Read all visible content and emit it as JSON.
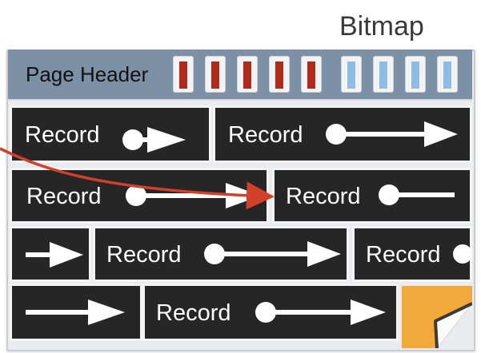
{
  "bitmap": {
    "label": "Bitmap"
  },
  "page_header": {
    "label": "Page Header",
    "bits": [
      {
        "state": "used"
      },
      {
        "state": "used"
      },
      {
        "state": "used"
      },
      {
        "state": "used"
      },
      {
        "state": "used"
      },
      {
        "state": "free"
      },
      {
        "state": "free"
      },
      {
        "state": "free"
      },
      {
        "state": "free"
      }
    ]
  },
  "record_label": "Record",
  "colors": {
    "used_bit": "#b02a1a",
    "free_bit": "#8dbde3",
    "header_bg": "#7c90a6",
    "record_bg": "#262626",
    "redirect_arrow": "#d0402a",
    "free_space": "#f2a93b"
  }
}
